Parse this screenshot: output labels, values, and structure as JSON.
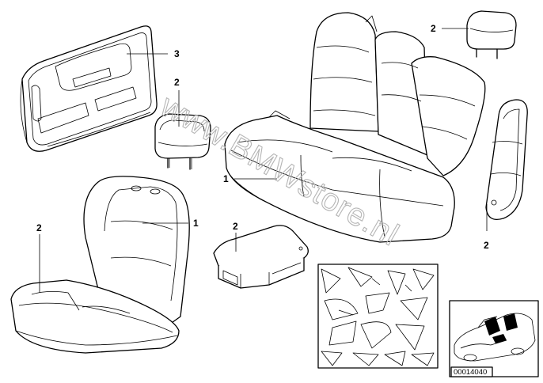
{
  "diagram": {
    "watermark": "www.BMWstore.nl",
    "part_number": "00014040",
    "callouts": {
      "door_trim": "3",
      "headrest_front": "2",
      "headrest_rear": "2",
      "rear_bench": "1",
      "front_seat_frame": "1",
      "front_seat_cushion": "2",
      "armrest_box": "2",
      "side_bolster": "2"
    },
    "colors": {
      "line": "#000000",
      "background": "#ffffff",
      "watermark": "#b5b5b5"
    }
  }
}
